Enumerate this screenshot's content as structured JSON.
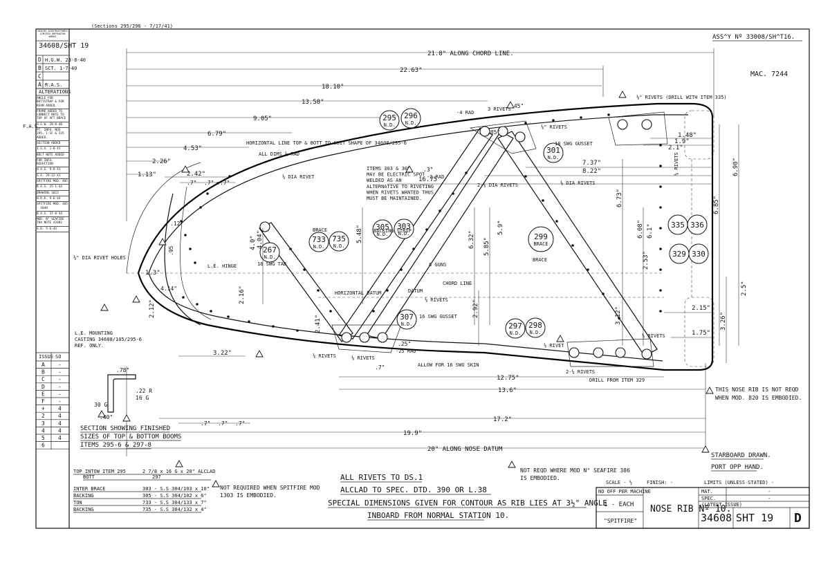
{
  "header": {
    "top_left_note": "(Sections 295/296 - 7/17/41)",
    "assy_ref": "ASS^Y Nº 33008/SH^T16.",
    "mac_ref": "MAC. 7244"
  },
  "left_strip": {
    "maker": "HEACHS AIRSTRUCTURES LIMITED ORPINGTON WORKS",
    "drawing_no": "34608/SHT 19",
    "revisions": [
      {
        "letter": "D",
        "text": "H.G.W. 23-8-40"
      },
      {
        "letter": "B",
        "text": "SCT. 1-7-40"
      },
      {
        "letter": "C",
        "text": ""
      },
      {
        "letter": "A",
        "text": "R.A.S."
      }
    ],
    "alterations_title": "ALTERATIONS",
    "alteration_notes": [
      "ANGLE FOR BUTTSTRAP & FOR REAM ADDED.",
      "FRAME ADDED TO CONNECT NOTE TO TOP OF AFT BRACE",
      "H.G.W. 28-8-40",
      "PT. INFO. NOS 295, 1-SC & 335 ADDED.",
      "SECTION ADDED",
      "I.G.A. 2-8-41",
      "BOLT NOTE ADDED",
      "FOR INFO. REDUCTION",
      "H.A.S. 9-8-41",
      "S.A. 29-12-41",
      "SPITFIRE MOD. 405",
      "R.A.S. 25-1-44",
      "DRAWING 1023",
      "H.R.K. 9-6-44",
      "SPITFIRE MOD. 405 - 1048",
      "B.A.S. 27-8-44",
      "MOD. N° SEAFIRE 784 NOTE 42082",
      "S.D. 5-6-44"
    ],
    "revision_marks": [
      "F.A.S"
    ],
    "issue_header": [
      "ISSUE",
      "SO"
    ],
    "issue_rows": [
      [
        "A",
        "-"
      ],
      [
        "B",
        "-"
      ],
      [
        "C",
        "-"
      ],
      [
        "D",
        "-"
      ],
      [
        "E",
        "-"
      ],
      [
        "F",
        "-"
      ],
      [
        "+",
        "4"
      ],
      [
        "2",
        "4"
      ],
      [
        "3",
        "4"
      ],
      [
        "4",
        "4"
      ],
      [
        "5",
        "4"
      ],
      [
        "6",
        ""
      ]
    ]
  },
  "dimensions": {
    "along_chord": "21.8\" ALONG CHORD LINE.",
    "d2263": "22.63\"",
    "d1810": "18.10\"",
    "d1358": "13.58\"",
    "d905": "9.05\"",
    "d679": "6.79\"",
    "d453": "4.53\"",
    "d226": "2.26\"",
    "d113": "1.13\"",
    "d242": "2.42\"",
    "d7a": ".7\"",
    "d7b": ".7\"",
    "d7c": ".7\"",
    "d148": "1.48\"",
    "d19": "1.9\"",
    "d21": "2.1\"",
    "d737": "7.37\"",
    "d822": "8.22\"",
    "d673": "6.73\"",
    "d608": "6.08\"",
    "d61": "6.1\"",
    "d685": "6.85\"",
    "d690": "6.90\"",
    "d548": "5.48\"",
    "d632": "6.32\"",
    "d585": "5.85\"",
    "d59": "5.9\"",
    "d1675": "16.75",
    "d404": "4.04\"",
    "d40": "4.0\"",
    "d292": "2.92\"",
    "d253": "2.53\"",
    "d312": "3.12\"",
    "d215": "2.15\"",
    "d175": "1.75\"",
    "d326": "3.26\"",
    "d25": "2.5\"",
    "d1275": "12.75\"",
    "d136": "13.6\"",
    "d172": "17.2\"",
    "d199": "19.9\"",
    "along_nose": "20\" ALONG NOSE DATUM",
    "d322": "3.22\"",
    "d7d": ".7\"",
    "d7e": ".7\"",
    "d7f": ".7\"",
    "d13": "1.3\"",
    "d212": "2.12\"",
    "d95": ".95",
    "d216": "2.16\"",
    "d241": "2.41\"",
    "d25b": ".25\"",
    "d45": ".45\"",
    "d85": ".85\"",
    "d3": ".3\"",
    "d7g": ".7\"",
    "d12": ".12\"",
    "d414": "4.14\""
  },
  "callouts": {
    "rivets_top": "⅛\" RIVETS (DRILL WITH ITEM 335)",
    "rivets_85": "⅛\" RIVETS",
    "tie_note": "HORIZONTAL LINE TOP & BOTT TO SUIT SHAPE OF 34608/295-6",
    "all_dims": "ALL DIMS  ⅛ RAD",
    "items_note_lines": [
      "ITEMS 303 & 305",
      "MAY BE ELECTRIC SPOT",
      "WELDED AS AN",
      "ALTERNATIVE TO RIVETING",
      "WHEN RIVETS WANTED THUS",
      "MUST BE MAINTAINED."
    ],
    "gusset_301": "18 SWG GUSSET",
    "dia_rivets_1": "⅛ DIA RIVETS",
    "dia_rivets_2": "2-⅛ DIA RIVETS",
    "dia_rivets_3": "⅛ DIA RIVET",
    "rad_4": "·4 RAD",
    "rad_2": "·2 RAD",
    "rivets_gusset": "3 RIVETS",
    "swg_tab": "16 SWG TAB",
    "backing_strip": "BACKING STRIP",
    "brace": "BRACE",
    "chord_line": "CHORD LINE",
    "datum": "DATUM",
    "horiz_datum": "HORIZONTAL DATUM",
    "gusset_307": "16 SWG GUSSET",
    "rivets_mid": "⅛ RIVETS",
    "le_hole": "L.E. HINGE",
    "le_rivet_holes": "⅛\" DIA RIVET HOLES",
    "le_casting_lines": [
      "L.E. MOUNTING",
      "CASTING 34608/105/295-6",
      "REF. ONLY."
    ],
    "rivets_bottom": "⅛ RIVETS",
    "rivets_bottom2": "⅛ RIVETS",
    "rad_25": "·25 RAD",
    "allow_skin": "ALLOW FOR 16 SWG SKIN",
    "rivets_right": "⅛ RIVETS",
    "rivet_right2": "⅛ RIVET",
    "rivets_right3": "2-⅛ RIVETS",
    "drill_from": "DRILL FROM ITEM 329",
    "gauge_label": "8 GUNS",
    "rivets_spar": "⅛ RIVETS",
    "bracket_label": "BRACE"
  },
  "balloons": [
    {
      "id": "295",
      "sub": "N.D."
    },
    {
      "id": "296",
      "sub": "N.D."
    },
    {
      "id": "301",
      "sub": "N.D."
    },
    {
      "id": "267",
      "sub": "N.D."
    },
    {
      "id": "733",
      "sub": "N.D."
    },
    {
      "id": "735",
      "sub": "N.D."
    },
    {
      "id": "305",
      "sub": "N.D."
    },
    {
      "id": "303",
      "sub": "N.D."
    },
    {
      "id": "299",
      "sub": "BRACE"
    },
    {
      "id": "335",
      "sub": ""
    },
    {
      "id": "336",
      "sub": ""
    },
    {
      "id": "329",
      "sub": ""
    },
    {
      "id": "330",
      "sub": ""
    },
    {
      "id": "307",
      "sub": "N.D."
    },
    {
      "id": "297",
      "sub": "N.D."
    },
    {
      "id": "298",
      "sub": "N.D."
    }
  ],
  "section_detail": {
    "dim_top": ".78\"",
    "dim_rad": ".22 R",
    "dim_thk": "16 G",
    "dim_h": ".40\"",
    "dim_b": "30 G",
    "title_lines": [
      "SECTION SHOWING FINISHED",
      "SIZES OF TOP & BOTTOM BOOMS",
      "ITEMS 295-6 & 297-8"
    ]
  },
  "materials": [
    {
      "item": "TOP INTOW ITEM 295",
      "spec": "2 7/8 x 16 G x 20\" ALCLAD"
    },
    {
      "item": "BOTT",
      "spec": "297"
    },
    {
      "item": "INTER BRACE",
      "spec": "303  -  S.S 304/103 x 10\""
    },
    {
      "item": "BACKING",
      "spec": "305  -  S.S 304/102 x 6\""
    },
    {
      "item": "TON",
      "spec": "733  -  S.S 304/133 x 7\""
    },
    {
      "item": "BACKING",
      "spec": "735  -  S.S 304/132 x 4\""
    }
  ],
  "notes": {
    "note_not_req_left": "NOT REQUIRED WHEN SPITFIRE MOD 1303 IS EMBODIED.",
    "note_not_req_mid": "NOT REQD WHERE MOD N° SEAFIRE 386 IS EMBODIED.",
    "note_nose_rib": "THIS NOSE RIB IS NOT REQD WHEN MOD. 820 IS EMBODIED.",
    "rivets_spec": "ALL RIVETS TO DS.1",
    "alclad_spec": "ALCLAD TO SPEC. DTD. 390 OR L.38",
    "special_dims": "SPECIAL DIMENSIONS GIVEN FOR CONTOUR AS RIB LIES AT 3½° ANGLE",
    "inboard": "INBOARD FROM NORMAL STATION 10.",
    "starboard": "STARBOARD DRAWN.",
    "port": "PORT OPP HAND."
  },
  "title_block": {
    "scale_label": "SCALE - ½",
    "finish_label": "FINISH: -",
    "limits_label": "LIMITS (UNLESS STATED) -",
    "no_off_label": "NO OFF PER MACHINE",
    "no_off_value": "1 - EACH",
    "machine": "\"SPITFIRE\"",
    "title": "NOSE RIB Nº 10.",
    "drawing_number": "34608",
    "sheet": "SHT 19",
    "issue": "D",
    "mat_rows": [
      "MAT.",
      "SPEC.",
      "(LATEST ISSUE)"
    ],
    "mat_dash": "-"
  }
}
